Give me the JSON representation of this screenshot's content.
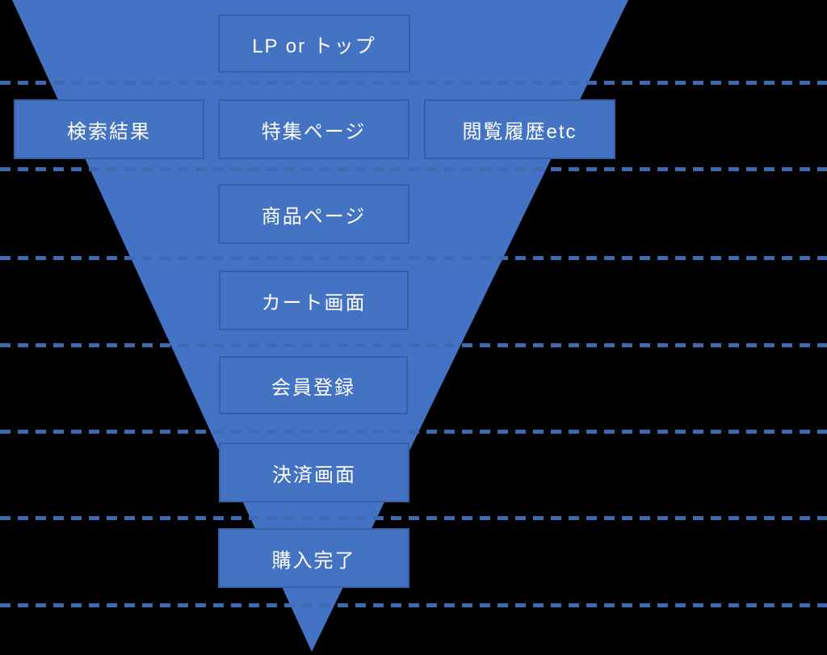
{
  "diagram": {
    "type": "funnel",
    "stages": [
      {
        "id": "lp-or-top",
        "label": "LP or トップ"
      },
      {
        "id": "search-results",
        "label": "検索結果"
      },
      {
        "id": "feature-page",
        "label": "特集ページ"
      },
      {
        "id": "browsing-history",
        "label": "閲覧履歴etc"
      },
      {
        "id": "product-page",
        "label": "商品ページ"
      },
      {
        "id": "cart-screen",
        "label": "カート画面"
      },
      {
        "id": "member-registration",
        "label": "会員登録"
      },
      {
        "id": "payment-screen",
        "label": "決済画面"
      },
      {
        "id": "purchase-complete",
        "label": "購入完了"
      }
    ],
    "divider_count": 7,
    "colors": {
      "background": "#000000",
      "funnel": "#4472C4",
      "box_fill": "#4573C4",
      "box_border": "#3560A5",
      "divider_dash": "#3E6AB2",
      "text": "#FFFFFF"
    }
  }
}
